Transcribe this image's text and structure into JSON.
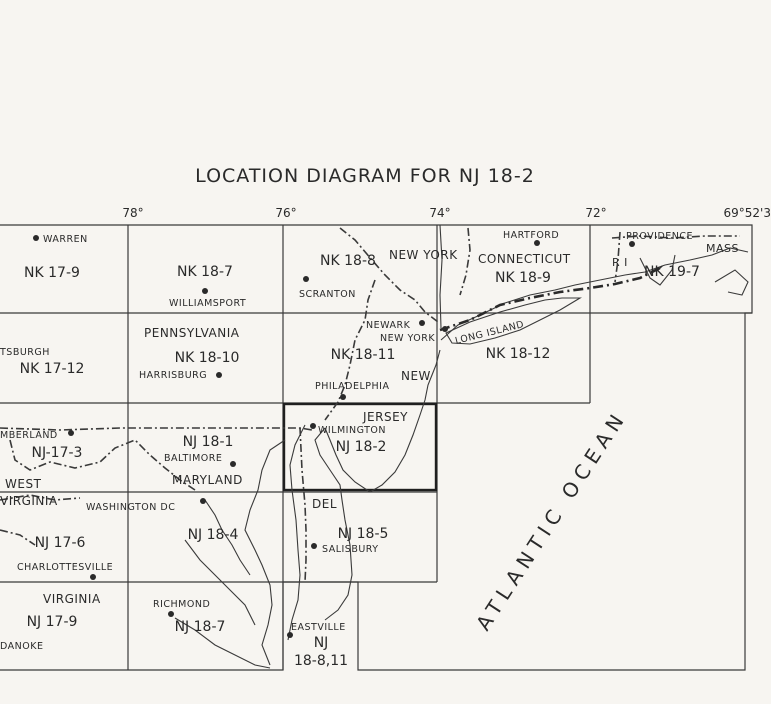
{
  "title": "LOCATION DIAGRAM FOR NJ 18-2",
  "longitudes": [
    "78°",
    "76°",
    "74°",
    "72°",
    "69°52'3"
  ],
  "colors": {
    "ink": "#2a2a2a",
    "paper": "#f7f5f1"
  },
  "quads": {
    "nk17_9": "NK 17-9",
    "nk18_7": "NK 18-7",
    "nk18_8": "NK 18-8",
    "nk18_9": "NK 18-9",
    "nk19_7": "NK 19-7",
    "nk17_12": "NK 17-12",
    "nk18_10": "NK 18-10",
    "nk18_11": "NK 18-11",
    "nk18_12": "NK 18-12",
    "nj17_3": "NJ-17-3",
    "nj18_1": "NJ 18-1",
    "nj18_2": "NJ 18-2",
    "nj17_6": "NJ 17-6",
    "nj18_4": "NJ 18-4",
    "nj18_5": "NJ 18-5",
    "nj17_9": "NJ 17-9",
    "nj18_7": "NJ 18-7",
    "nj_east_a": "NJ",
    "nj_east_b": "18-8,11"
  },
  "cities": {
    "warren": "WARREN",
    "williamsport": "WILLIAMSPORT",
    "scranton": "SCRANTON",
    "hartford": "HARTFORD",
    "providence": "PROVIDENCE",
    "pittsburgh": "TSBURGH",
    "harrisburg": "HARRISBURG",
    "newark": "NEWARK",
    "new_york_city": "NEW YORK",
    "philadelphia": "PHILADELPHIA",
    "cumberland": "MBERLAND",
    "baltimore": "BALTIMORE",
    "wilmington": "WILMINGTON",
    "washington": "WASHINGTON DC",
    "charlottesville": "CHARLOTTESVILLE",
    "salisbury": "SALISBURY",
    "richmond": "RICHMOND",
    "eastville": "EASTVILLE",
    "roanoke": "DANOKE"
  },
  "regions": {
    "new_york": "NEW YORK",
    "connecticut": "CONNECTICUT",
    "ri": "R I",
    "mass": "MASS",
    "long_island": "LONG ISLAND",
    "pennsylvania": "PENNSYLVANIA",
    "new": "NEW",
    "jersey": "JERSEY",
    "maryland": "MARYLAND",
    "west": "WEST",
    "virginia_w": "VIRGINIA",
    "del": "DEL",
    "virginia": "VIRGINIA",
    "ocean": "ATLANTIC OCEAN"
  }
}
